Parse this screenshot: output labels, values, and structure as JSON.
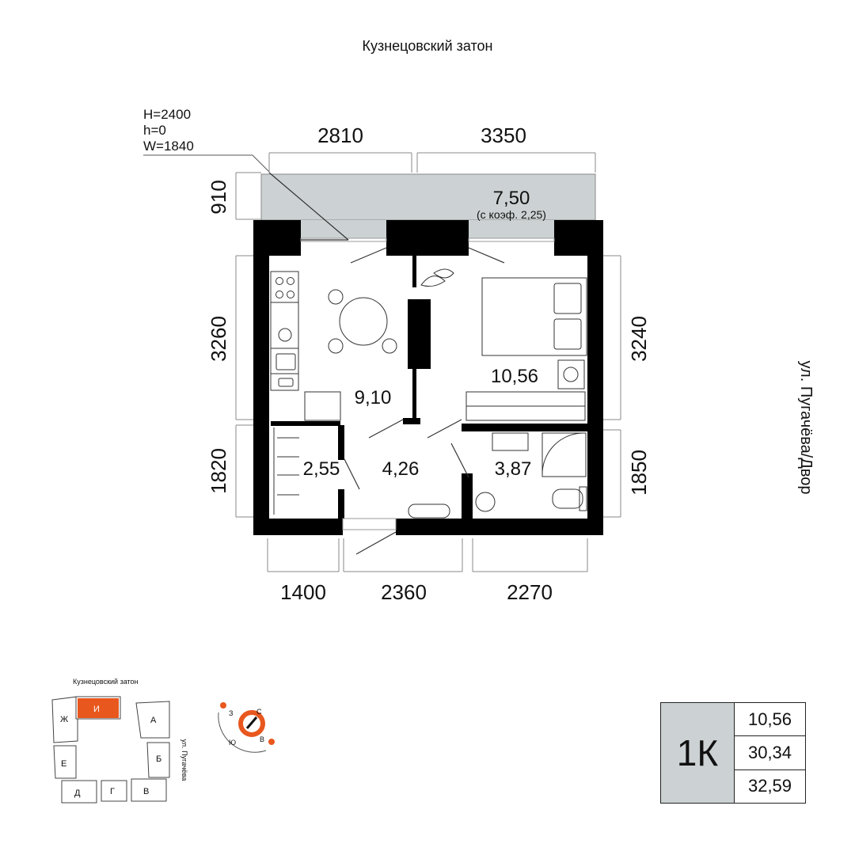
{
  "header": {
    "title": "Кузнецовский затон"
  },
  "window_spec": [
    "H=2400",
    "h=0",
    "W=1840"
  ],
  "dimensions": {
    "top": [
      "2810",
      "3350"
    ],
    "bottom": [
      "1400",
      "2360",
      "2270"
    ],
    "left": [
      "910",
      "3260",
      "1820"
    ],
    "right": [
      "3240",
      "1850"
    ]
  },
  "rooms": {
    "balcony": "7,50",
    "balcony_note": "(с коэф. 2,25)",
    "kitchen": "9,10",
    "bedroom": "10,56",
    "closet": "2,55",
    "hall": "4,26",
    "bathroom": "3,87"
  },
  "street_label": "ул. Пугачёва/Двор",
  "site_plan": {
    "title": "Кузнецовский затон",
    "street": "ул. Пугачёва",
    "sections": [
      "Ж",
      "И",
      "А",
      "Е",
      "Б",
      "Д",
      "Г",
      "В"
    ],
    "highlight": "И",
    "highlight_color": "#e8571e"
  },
  "compass": {
    "n": "С",
    "w": "З",
    "s": "Ю",
    "e": "В",
    "accent": "#e8571e"
  },
  "summary": {
    "type": "1К",
    "values": [
      "10,56",
      "30,34",
      "32,59"
    ]
  },
  "colors": {
    "wall": "#000000",
    "balcony_fill": "#ccd2d3",
    "accent": "#e8571e"
  }
}
